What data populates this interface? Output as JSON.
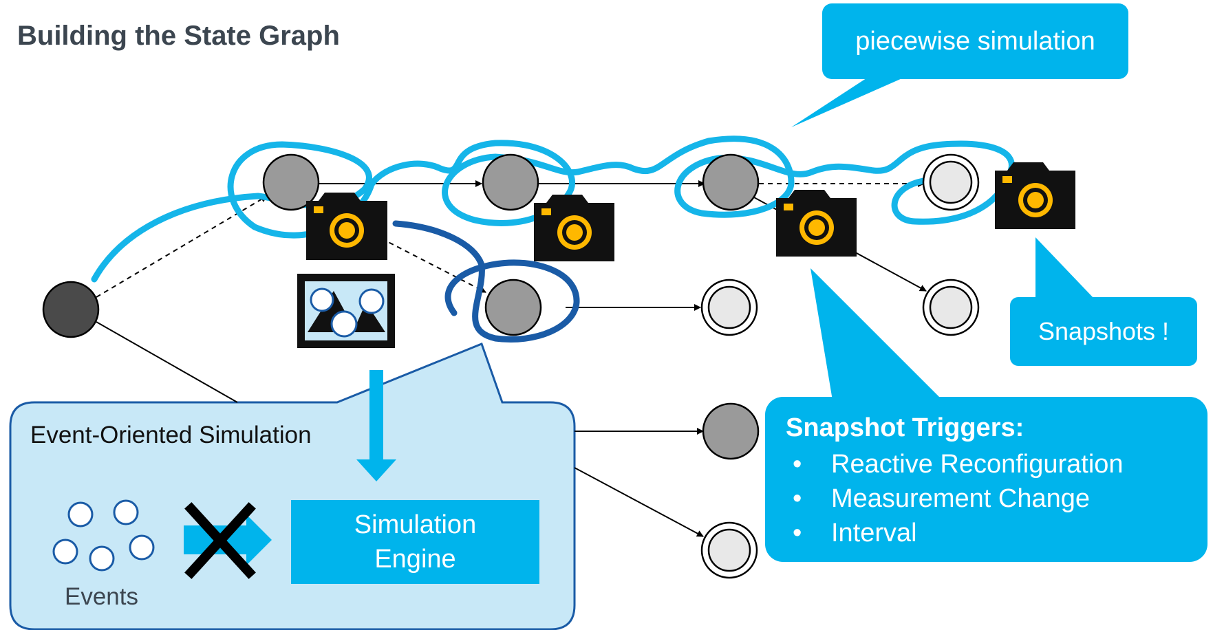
{
  "title": "Building the State Graph",
  "callouts": {
    "piecewise": "piecewise simulation",
    "snapshots": "Snapshots !",
    "triggers": {
      "heading": "Snapshot Triggers:",
      "items": [
        "Reactive Reconfiguration",
        "Measurement Change",
        "Interval"
      ],
      "bullet": "•"
    }
  },
  "event_oriented": {
    "label": "Event-Oriented Simulation",
    "engine_line1": "Simulation",
    "engine_line2": "Engine",
    "events_label": "Events"
  },
  "colors": {
    "accent": "#00b4ec",
    "dark_blue": "#1a5ba6",
    "panel_fill": "#c8e8f7",
    "node_root": "#4a4a4a",
    "node_gray": "#9a9a9a",
    "node_light": "#e8e8e8",
    "camera_body": "#111111",
    "camera_lens": "#ffb800"
  },
  "icons": [
    "camera-icon",
    "image-icon",
    "cross-icon"
  ]
}
